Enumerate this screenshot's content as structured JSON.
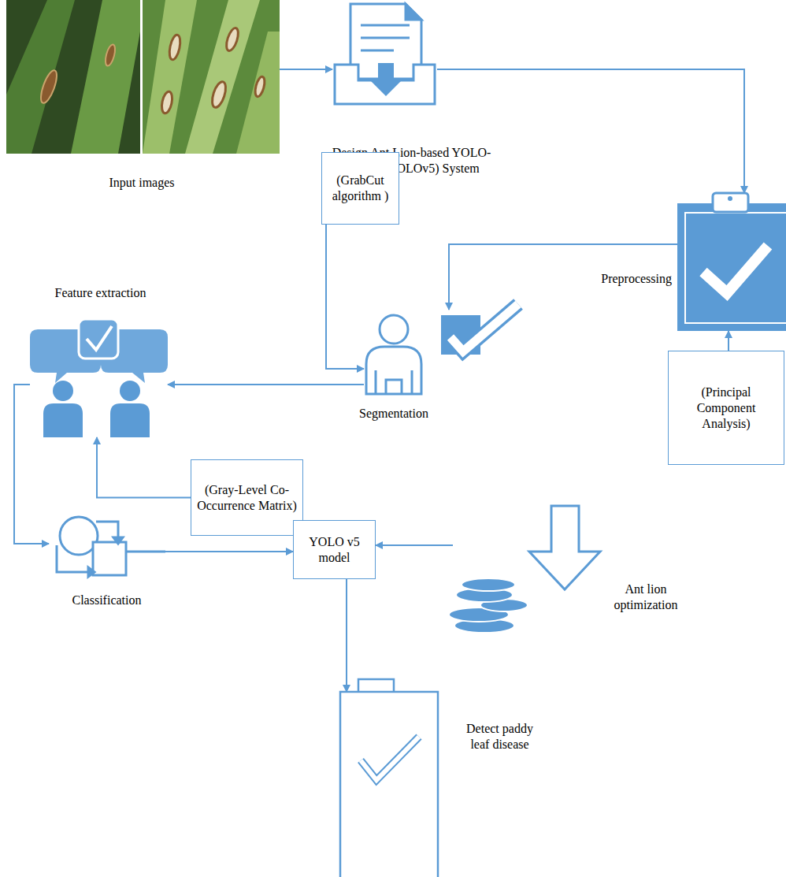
{
  "diagram": {
    "nodes": [
      {
        "text": [
          "Input images"
        ]
      },
      {
        "text": [
          "Design Ant Lion-based YOLO-V5 (AL-YOLOv5) System"
        ]
      },
      {
        "text": [
          "Preprocessing"
        ]
      },
      {
        "text": [
          "(GrabCut algorithm )"
        ]
      },
      {
        "text": [
          "Segmentation"
        ]
      },
      {
        "text": [
          "(Principal Component Analysis)"
        ]
      },
      {
        "text": [
          "Feature extraction"
        ]
      },
      {
        "text": [
          "(Gray-Level Co-Occurrence Matrix)"
        ]
      },
      {
        "text": [
          "Classification"
        ]
      },
      {
        "text": [
          "YOLO v5 model"
        ]
      },
      {
        "text": [
          "Ant lion optimization"
        ]
      },
      {
        "text": [
          "Detect paddy leaf disease"
        ]
      }
    ],
    "edges": [
      {
        "from": 0,
        "to": 1,
        "arrow": "to"
      },
      {
        "from": 1,
        "to": 2,
        "arrow": "to"
      },
      {
        "from": 2,
        "to": 4,
        "arrow": "to"
      },
      {
        "from": 3,
        "to": 4,
        "arrow": "to"
      },
      {
        "from": 4,
        "to": 6,
        "arrow": "to"
      },
      {
        "from": 5,
        "to": 2,
        "arrow": "to"
      },
      {
        "from": 7,
        "to": 6,
        "arrow": "to"
      },
      {
        "from": 6,
        "to": 8,
        "arrow": "to"
      },
      {
        "from": 8,
        "to": 9,
        "arrow": "to"
      },
      {
        "from": 10,
        "to": 9,
        "arrow": "to"
      },
      {
        "from": 9,
        "to": 11,
        "arrow": "to"
      }
    ]
  }
}
